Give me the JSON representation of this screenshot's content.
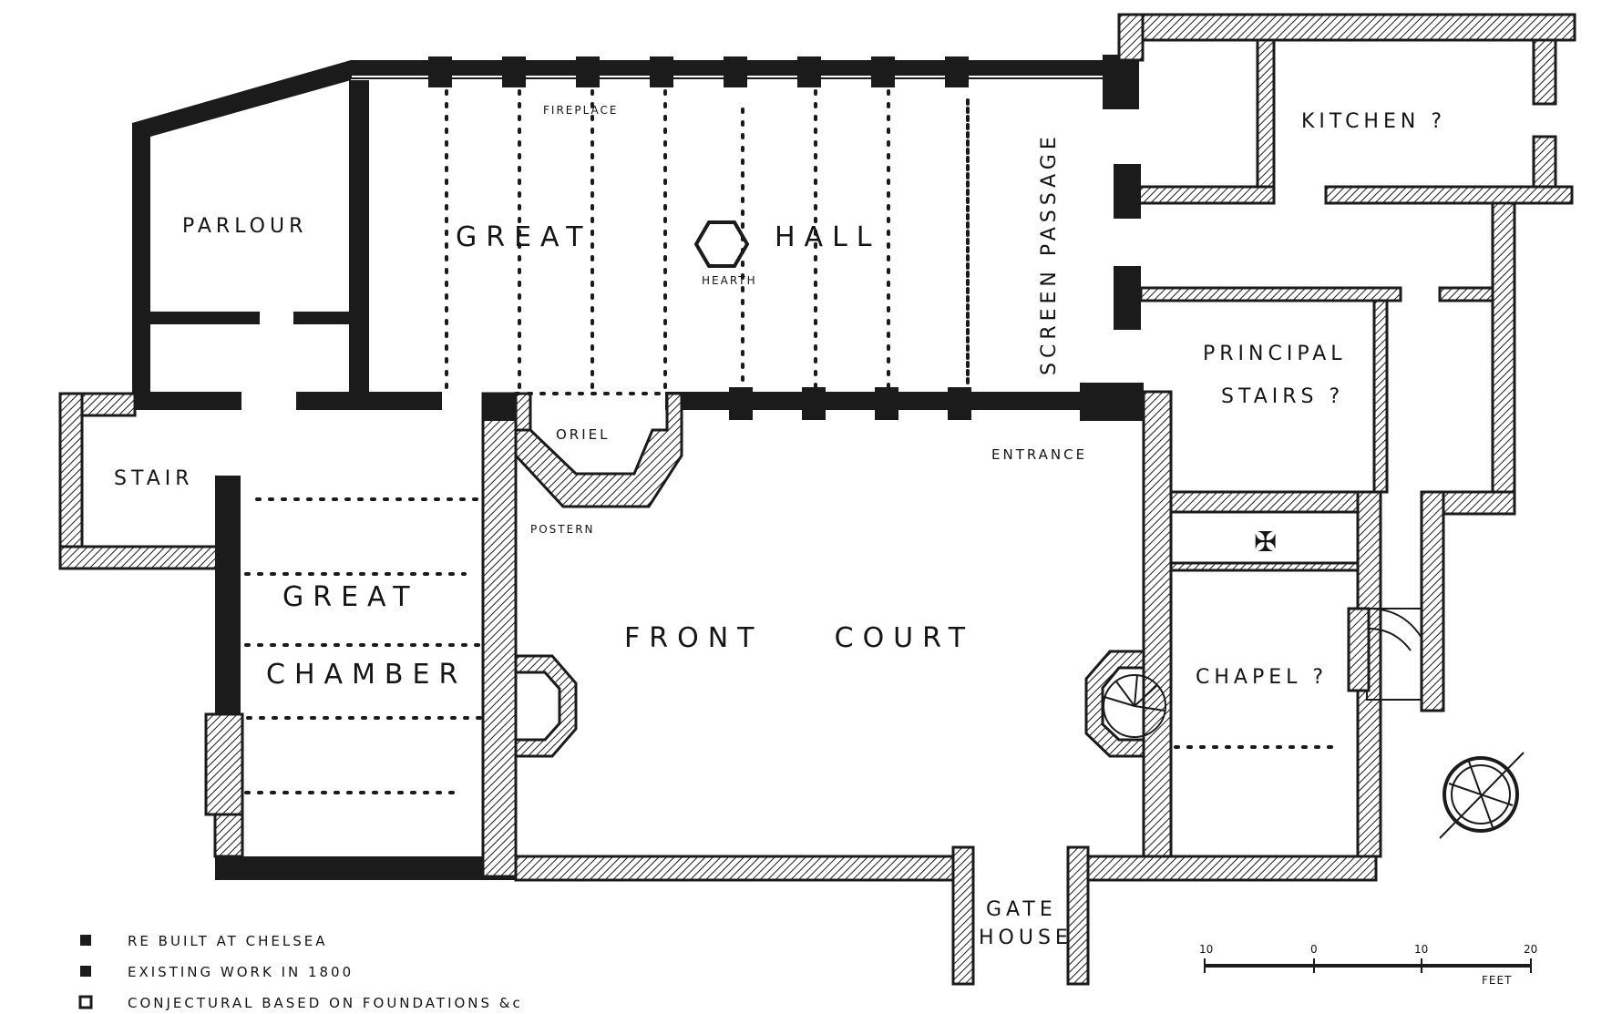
{
  "rooms": {
    "parlour": "PARLOUR",
    "great_hall_1": "GREAT",
    "great_hall_2": "HALL",
    "fireplace": "FIREPLACE",
    "hearth": "HEARTH",
    "screen_passage": "SCREEN PASSAGE",
    "kitchen": "KITCHEN ?",
    "principal_stairs_1": "PRINCIPAL",
    "principal_stairs_2": "STAIRS ?",
    "stair": "STAIR",
    "oriel": "ORIEL",
    "postern": "POSTERN",
    "entrance": "ENTRANCE",
    "great_chamber_1": "GREAT",
    "great_chamber_2": "CHAMBER",
    "front_court": "FRONT    COURT",
    "chapel": "CHAPEL ?",
    "gate_house_1": "GATE",
    "gate_house_2": "HOUSE",
    "altar_cross": "✠"
  },
  "legend": {
    "items": [
      {
        "label": "RE BUILT AT CHELSEA",
        "marker": "solid"
      },
      {
        "label": "EXISTING WORK IN 1800",
        "marker": "solid"
      },
      {
        "label": "CONJECTURAL BASED ON FOUNDATIONS &c",
        "marker": "dot"
      }
    ]
  },
  "scale": {
    "ticks": [
      "10",
      "0",
      "10",
      "20"
    ],
    "unit": "FEET"
  },
  "colors": {
    "ink": "#1b1b1b",
    "paper": "#ffffff"
  },
  "icons": {
    "compass": "compass-rose-icon"
  }
}
